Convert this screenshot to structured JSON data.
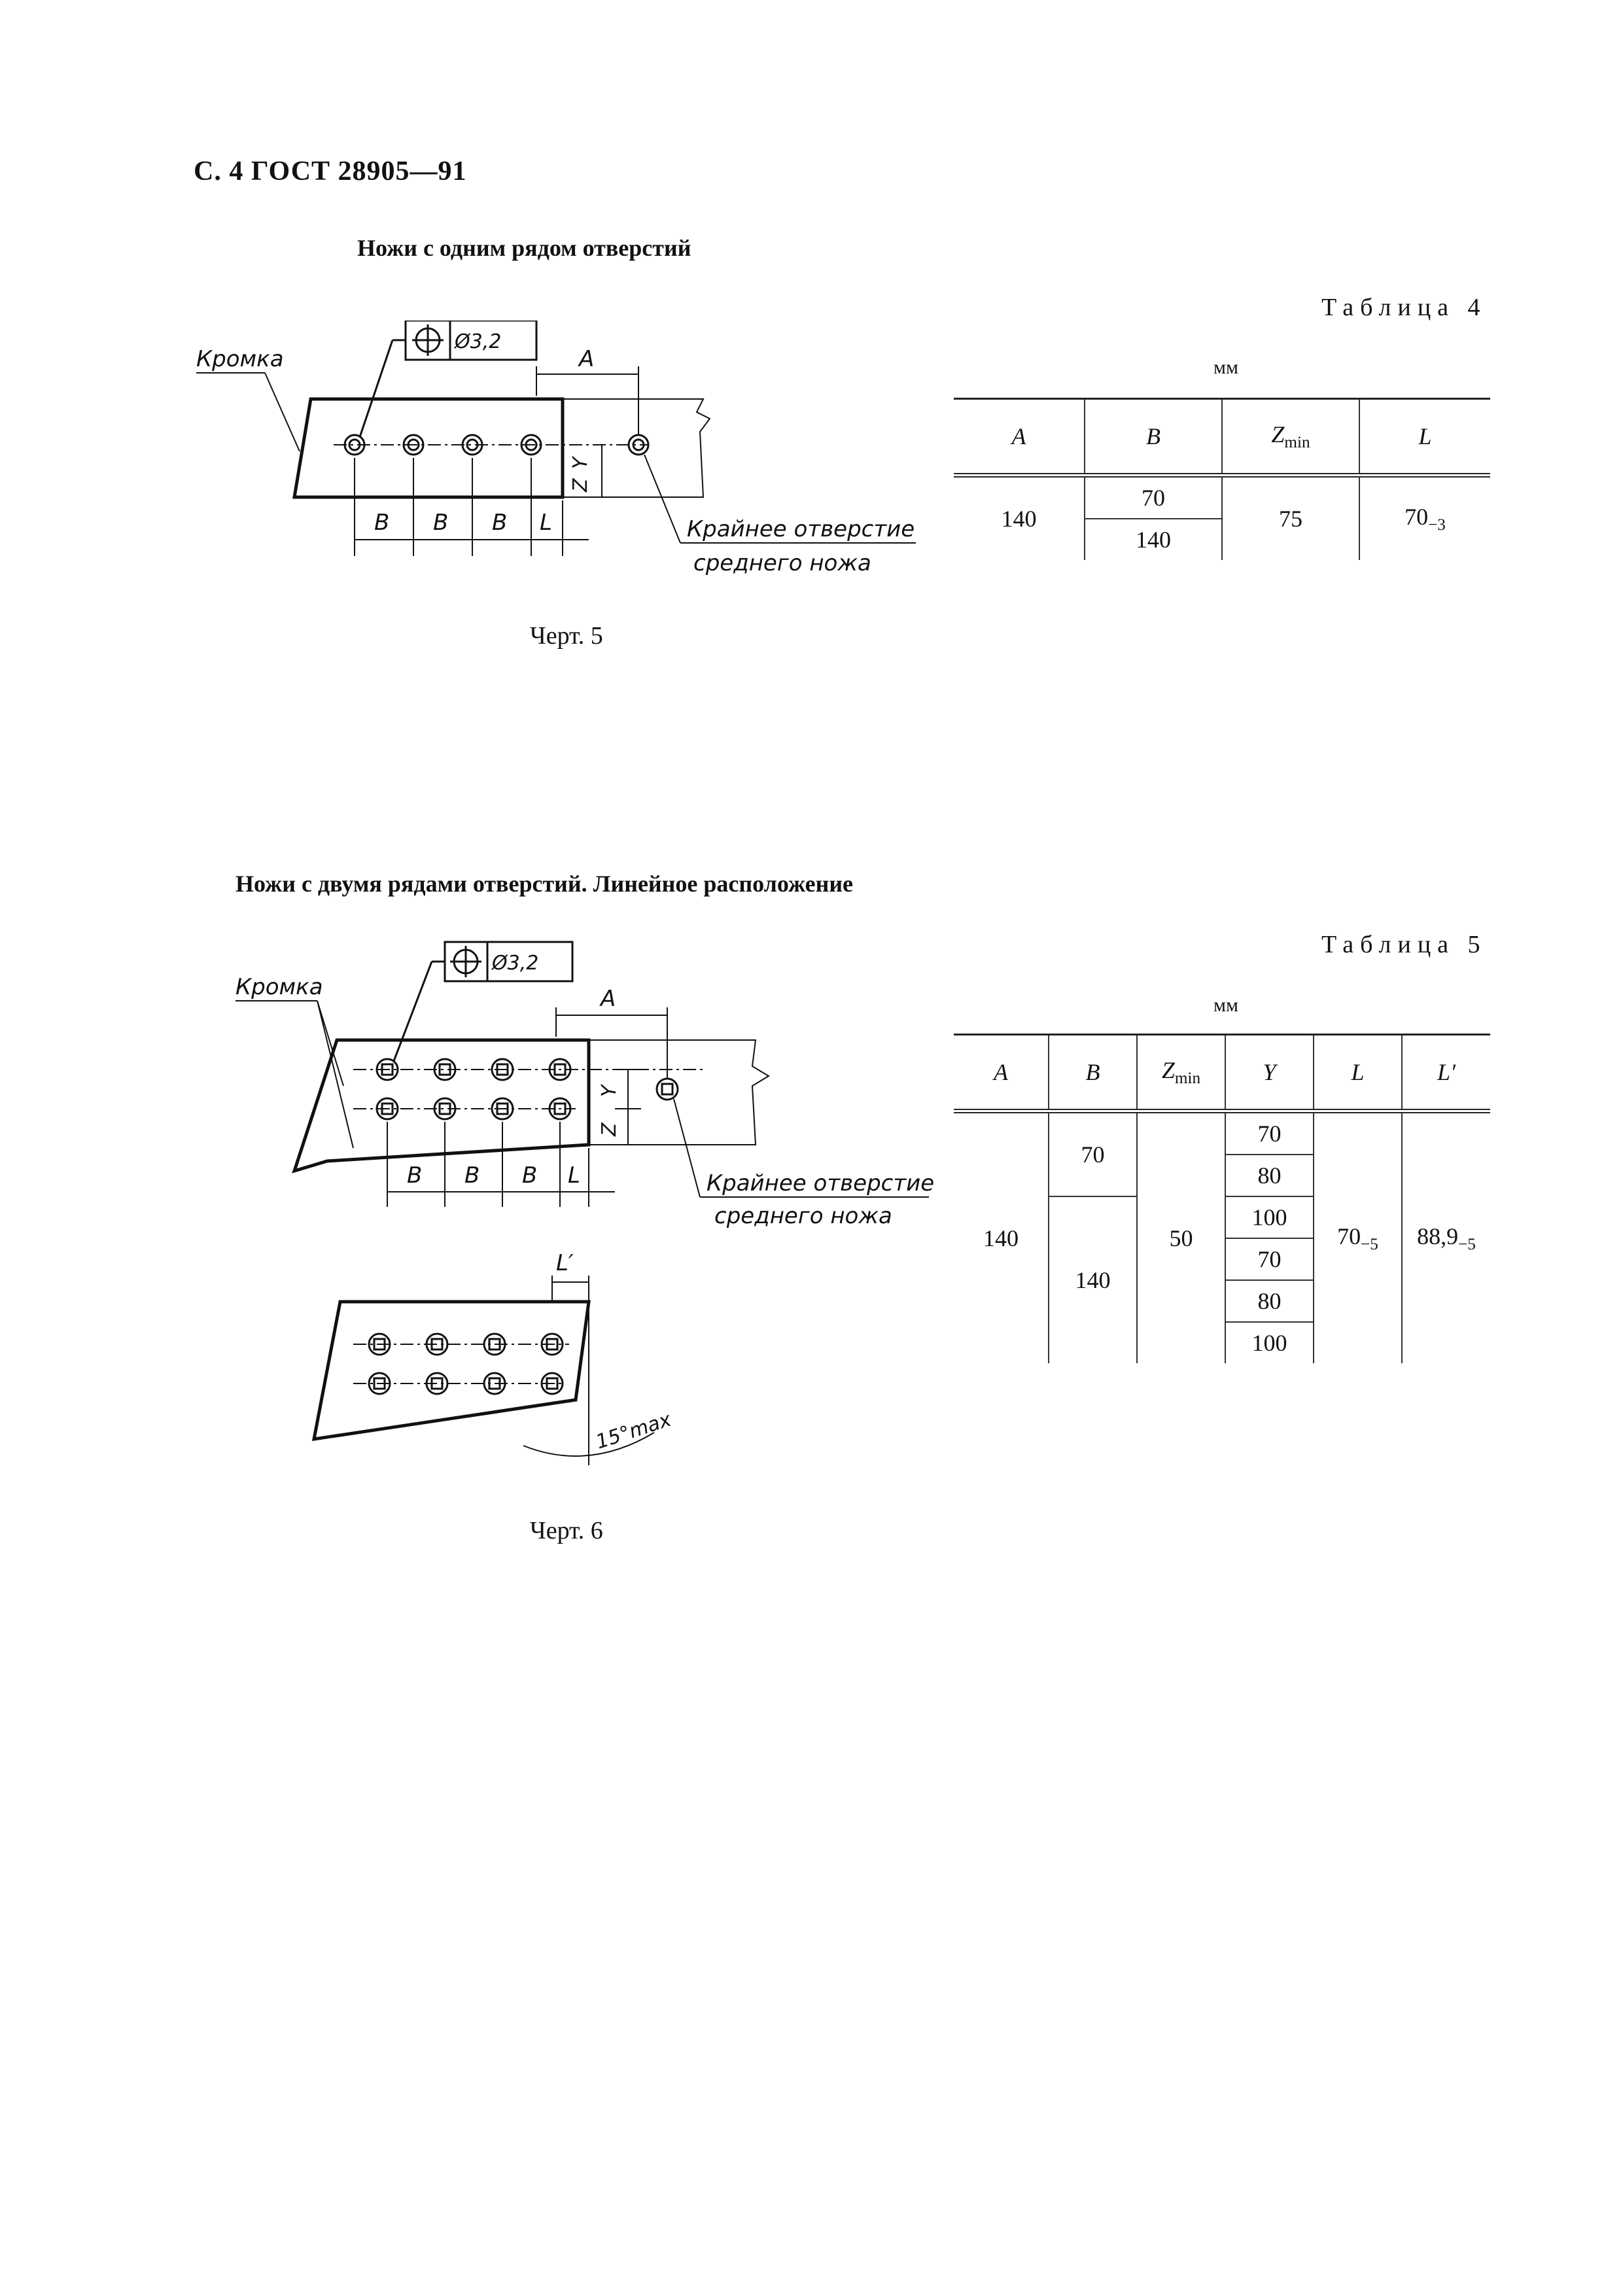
{
  "header": {
    "text": "С. 4 ГОСТ 28905—91"
  },
  "section1": {
    "title": "Ножи с одним рядом отверстий",
    "figure": {
      "caption": "Черт. 5",
      "labels": {
        "edge": "Кромка",
        "hole_size": "Ø3,2",
        "a": "A",
        "b": "B",
        "l": "L",
        "y": "Y",
        "z": "Z",
        "note_line1": "Крайнее отверстие",
        "note_line2": "среднего ножа"
      }
    },
    "table": {
      "caption": "Таблица 4",
      "unit": "мм",
      "headers": {
        "a": "A",
        "b": "B",
        "z_main": "Z",
        "z_sub": "min",
        "l": "L"
      },
      "rows": {
        "a": "140",
        "b1": "70",
        "b2": "140",
        "z": "75",
        "l_main": "70",
        "l_sub": "−3"
      }
    }
  },
  "section2": {
    "title": "Ножи с двумя рядами отверстий. Линейное расположение",
    "figure": {
      "caption": "Черт. 6",
      "labels": {
        "edge": "Кромка",
        "hole_size": "Ø3,2",
        "a": "A",
        "b": "B",
        "l": "L",
        "y": "Y",
        "z": "Z",
        "l_prime": "L′",
        "angle": "15°max",
        "note_line1": "Крайнее отверстие",
        "note_line2": "среднего ножа"
      }
    },
    "table": {
      "caption": "Таблица 5",
      "unit": "мм",
      "headers": {
        "a": "A",
        "b": "B",
        "z_main": "Z",
        "z_sub": "min",
        "y": "Y",
        "l": "L",
        "l_prime": "L′"
      },
      "rows": {
        "a": "140",
        "b1": "70",
        "b2": "140",
        "z": "50",
        "y": [
          "70",
          "80",
          "100",
          "70",
          "80",
          "100"
        ],
        "l_main": "70",
        "l_sub": "−5",
        "lp_main": "88,9",
        "lp_sub": "−5"
      }
    }
  }
}
